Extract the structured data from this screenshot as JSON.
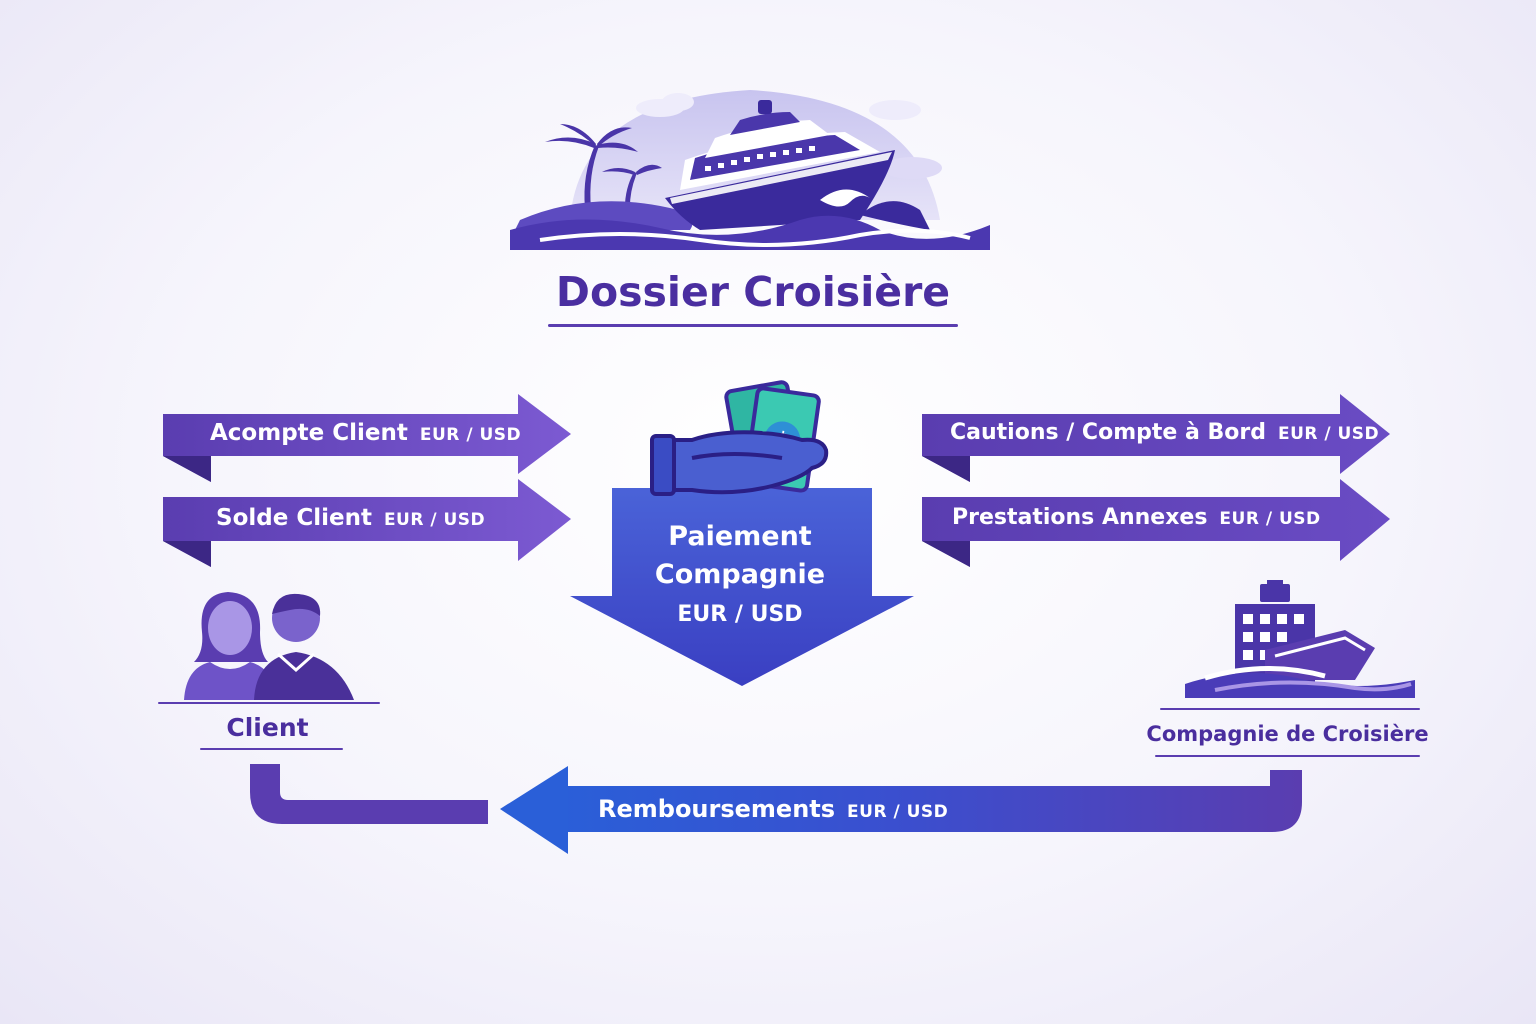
{
  "title": "Dossier Croisière",
  "flows": {
    "acompte": {
      "label": "Acompte Client",
      "currency": "EUR / USD"
    },
    "solde": {
      "label": "Solde Client",
      "currency": "EUR / USD"
    },
    "cautions": {
      "label": "Cautions / Compte à Bord",
      "currency": "EUR / USD"
    },
    "prestations": {
      "label": "Prestations Annexes",
      "currency": "EUR / USD"
    },
    "remboursements": {
      "label": "Remboursements",
      "currency": "EUR / USD"
    }
  },
  "center": {
    "line1": "Paiement",
    "line2": "Compagnie",
    "currency": "EUR / USD"
  },
  "actors": {
    "client": "Client",
    "company": "Compagnie de Croisière"
  },
  "icons": {
    "logo": "cruise-ship-island-icon",
    "payment": "hand-money-icon",
    "client": "two-people-icon",
    "company": "cruise-ship-icon"
  },
  "colors": {
    "primary": "#5a3db0",
    "accent": "#3f5fd8",
    "title": "#4a2e9e"
  }
}
